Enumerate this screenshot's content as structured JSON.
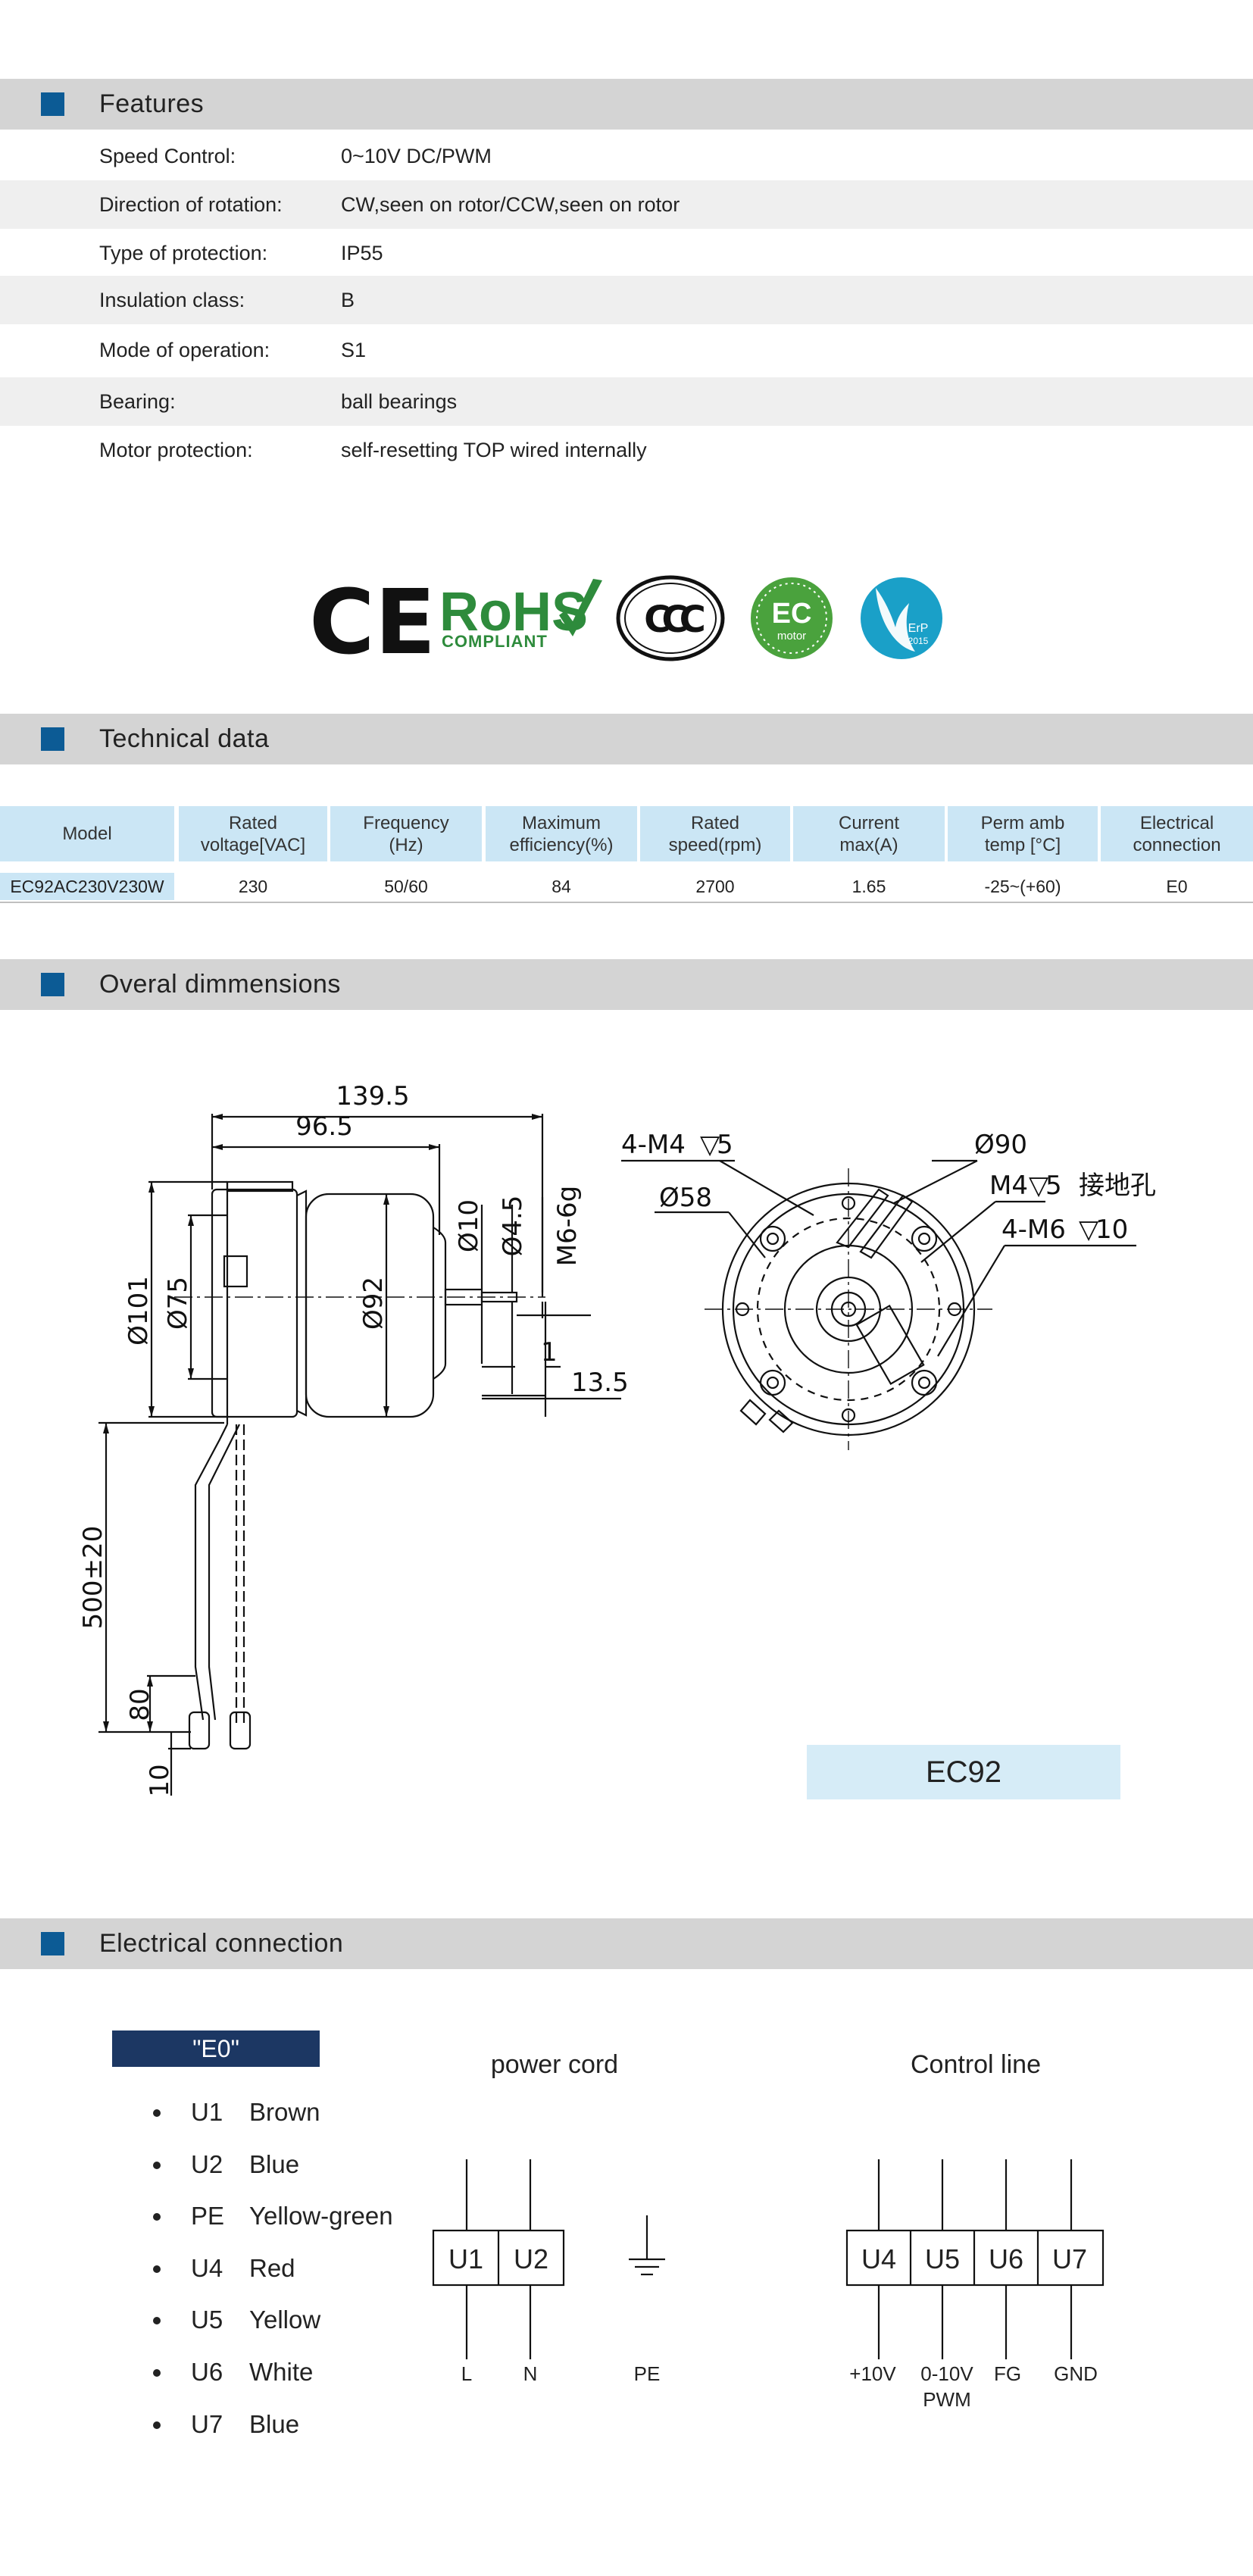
{
  "sections": {
    "features": "Features",
    "technical": "Technical data",
    "dimensions": "Overal dimmensions",
    "electrical": "Electrical  connection"
  },
  "features": [
    {
      "label": "Speed Control:",
      "value": "0~10V DC/PWM"
    },
    {
      "label": "Direction  of  rotation:",
      "value": "CW,seen  on  rotor/CCW,seen  on  rotor"
    },
    {
      "label": "Type  of  protection:",
      "value": "IP55"
    },
    {
      "label": "Insulation class:",
      "value": "B"
    },
    {
      "label": "Mode  of  operation:",
      "value": "S1"
    },
    {
      "label": "Bearing:",
      "value": "ball  bearings"
    },
    {
      "label": "Motor  protection:",
      "value": "self-resetting TOP wired internally"
    }
  ],
  "certifications": {
    "ce": "CE",
    "rohs": "RoHS",
    "rohs_sub": "COMPLIANT",
    "ccc": "CCC",
    "ec_top": "EC",
    "ec_bottom": "motor",
    "erp_top": "ErP",
    "erp_bottom": "2015"
  },
  "table": {
    "headers": [
      [
        "Model"
      ],
      [
        "Rated",
        "voltage[VAC]"
      ],
      [
        "Frequency",
        "(Hz)"
      ],
      [
        "Maximum",
        "efficiency(%)"
      ],
      [
        "Rated",
        "speed(rpm)"
      ],
      [
        "Current",
        "max(A)"
      ],
      [
        "Perm amb",
        "temp [°C]"
      ],
      [
        "Electrical",
        "connection"
      ]
    ],
    "row": [
      "EC92AC230V230W",
      "230",
      "50/60",
      "84",
      "2700",
      "1.65",
      "-25~(+60)",
      "E0"
    ]
  },
  "dimensions": {
    "d139": "139.5",
    "d96": "96.5",
    "d101": "Ø101",
    "d75": "Ø75",
    "d92": "Ø92",
    "d10": "Ø10",
    "d45": "Ø4.5",
    "m6": "M6-6g",
    "d1": "1",
    "d135": "13.5",
    "d500": "500±20",
    "d80": "80",
    "d10b": "10",
    "m4": "4-M4",
    "m4v": "5",
    "d90": "Ø90",
    "d58": "Ø58",
    "m4ground": "M4",
    "m4groundv": "5",
    "ground_cn": "接地孔",
    "m6b": "4-M6",
    "m6bv": "10",
    "model_label": "EC92"
  },
  "electrical": {
    "badge": "\"E0\"",
    "legend": [
      {
        "code": "U1",
        "color": "Brown"
      },
      {
        "code": "U2",
        "color": "Blue"
      },
      {
        "code": "PE",
        "color": "Yellow-green"
      },
      {
        "code": "U4",
        "color": "Red"
      },
      {
        "code": "U5",
        "color": "Yellow"
      },
      {
        "code": "U6",
        "color": "White"
      },
      {
        "code": "U7",
        "color": "Blue"
      }
    ],
    "power_title": "power cord",
    "control_title": "Control line",
    "power_terms": [
      "U1",
      "U2"
    ],
    "power_bottom": [
      "L",
      "N",
      "PE"
    ],
    "control_terms": [
      "U4",
      "U5",
      "U6",
      "U7"
    ],
    "control_bottom": [
      "+10V",
      "0-10V",
      "PWM",
      "FG",
      "GND"
    ]
  },
  "colors": {
    "section_bar": "#d4d4d4",
    "accent_square": "#0c5b95",
    "table_header": "#cbe6f5",
    "badge_bg": "#1c3763",
    "model_box": "#d6ecf7",
    "rohs_green": "#2e8b3c",
    "ec_green": "#4aa23d",
    "erp_teal": "#1aa0c8"
  }
}
